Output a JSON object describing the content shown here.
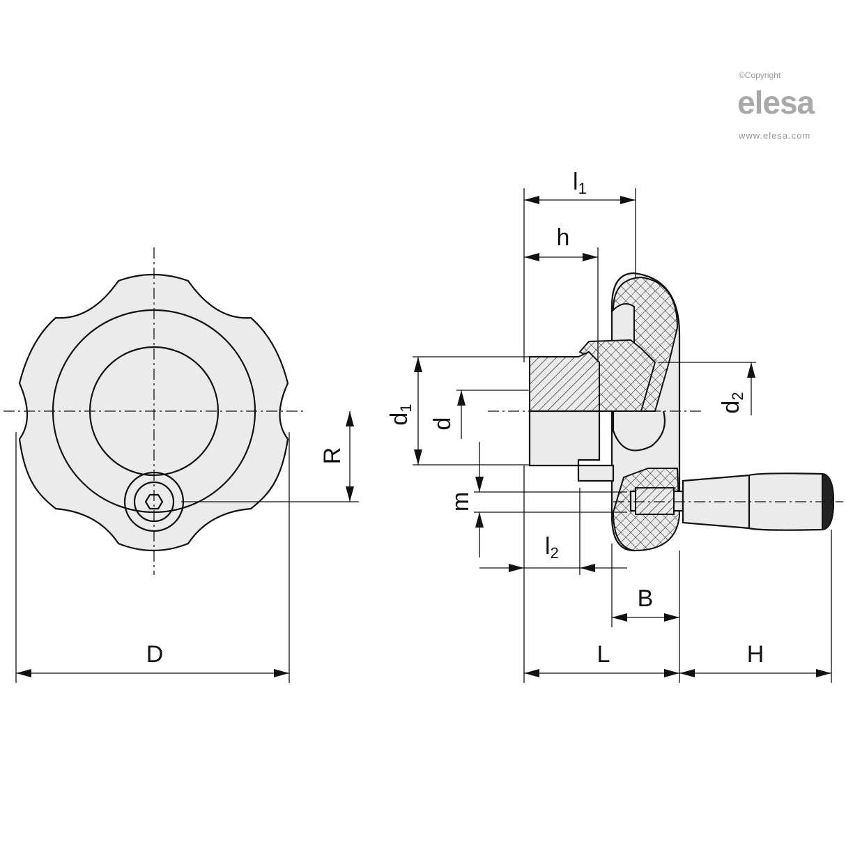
{
  "watermark": {
    "copyright": "©Copyright",
    "logo": "elesa",
    "url": "www.elesa.com"
  },
  "front_view": {
    "dimension_labels": {
      "D": "D",
      "R": "R"
    }
  },
  "side_view": {
    "dimension_labels": {
      "l1_main": "l",
      "l1_sub": "1",
      "h": "h",
      "d1_main": "d",
      "d1_sub": "1",
      "d": "d",
      "d2_main": "d",
      "d2_sub": "2",
      "m": "m",
      "l2_main": "l",
      "l2_sub": "2",
      "B": "B",
      "L": "L",
      "H": "H"
    }
  }
}
